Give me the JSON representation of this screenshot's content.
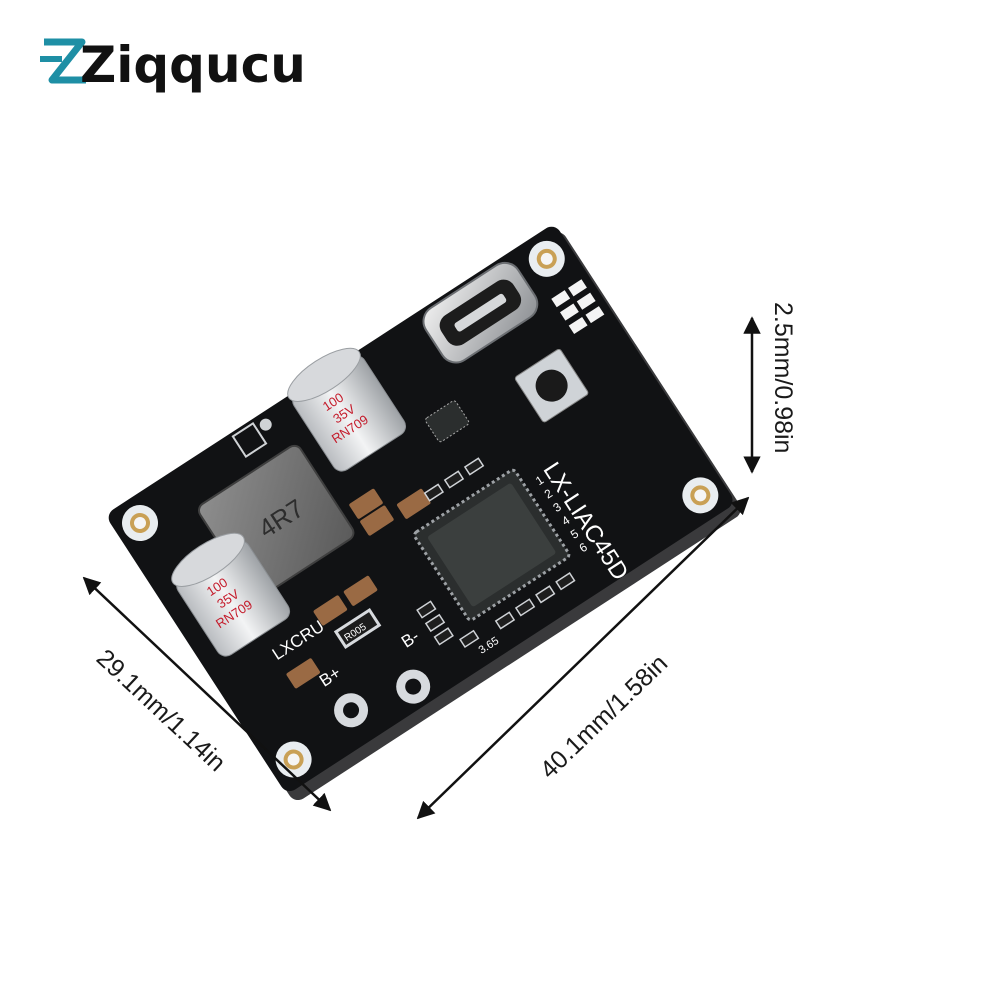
{
  "brand": {
    "name": "Ziqqucu",
    "colors": {
      "accent": "#1e8fa5",
      "text": "#111111"
    }
  },
  "product": {
    "board_model": "LX-LIAC45D",
    "maker_mark": "LXCRU",
    "inductor_code": "4R7",
    "resistor_code": "R005",
    "pads": {
      "positive": "B+",
      "negative": "B-"
    },
    "voltage_mark": "3.65",
    "led_indices": [
      "1",
      "2",
      "3",
      "4",
      "5",
      "6"
    ],
    "capacitors": [
      {
        "value": "100",
        "voltage": "35V",
        "series": "RN709"
      },
      {
        "value": "100",
        "voltage": "35V",
        "series": "RN709"
      }
    ],
    "colors": {
      "pcb": "#111214",
      "silkscreen": "#ffffff",
      "cap_print": "#c41a2a"
    }
  },
  "dimensions": {
    "width": "29.1mm/1.14in",
    "length": "40.1mm/1.58in",
    "height": "2.5mm/0.98in"
  }
}
